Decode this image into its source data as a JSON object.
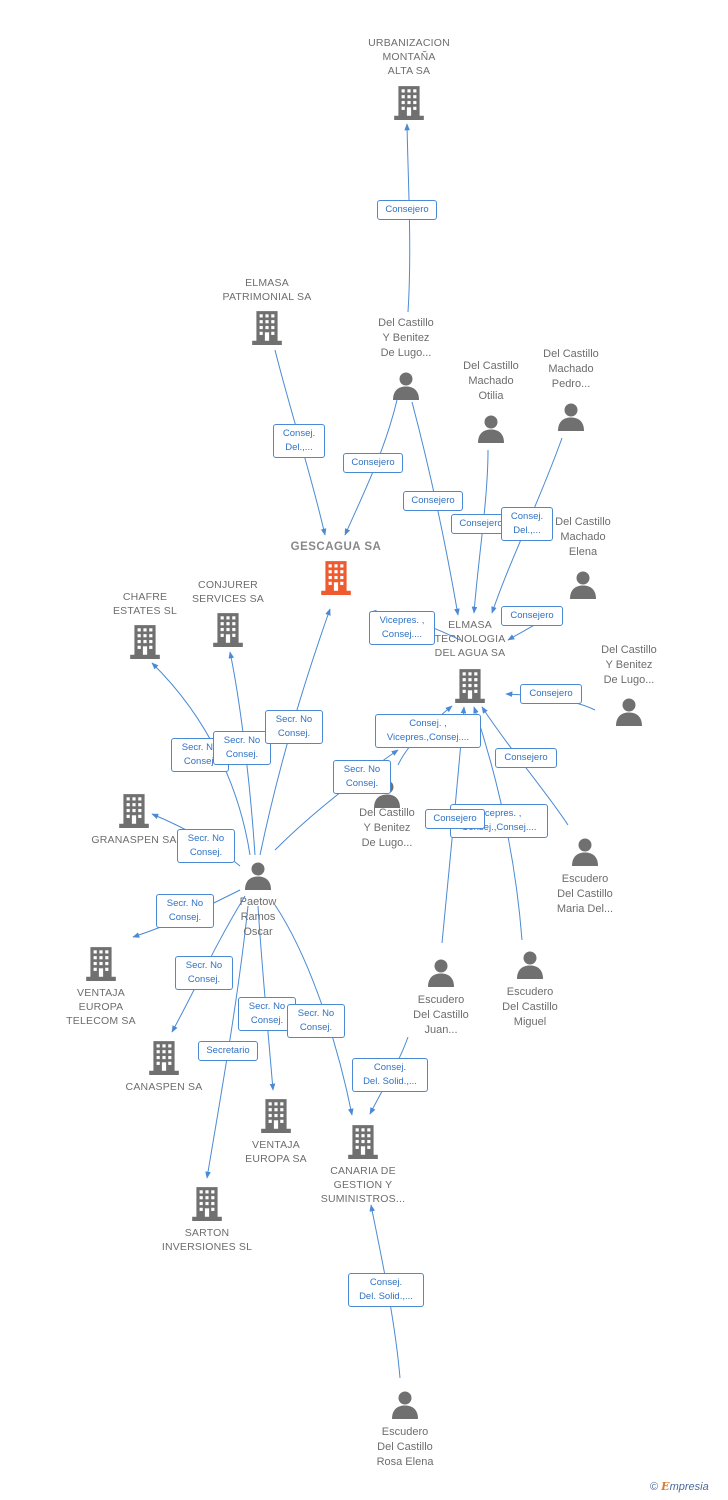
{
  "colors": {
    "edge": "#4a8ad4",
    "node": "#707070",
    "main_node": "#ef5b2f",
    "label": "#6d6d6d"
  },
  "nodes": [
    {
      "id": "urbanizacion",
      "type": "company",
      "label": "URBANIZACION\nMONTAÑA\nALTA SA"
    },
    {
      "id": "elmasa_patrimonial",
      "type": "company",
      "label": "ELMASA\nPATRIMONIAL SA"
    },
    {
      "id": "gescagua",
      "type": "company",
      "main": true,
      "label": "GESCAGUA SA"
    },
    {
      "id": "chafre",
      "type": "company",
      "label": "CHAFRE\nESTATES SL"
    },
    {
      "id": "conjurer",
      "type": "company",
      "label": "CONJURER\nSERVICES SA"
    },
    {
      "id": "granaspen",
      "type": "company",
      "label": "GRANASPEN SA"
    },
    {
      "id": "elmasa_tecnologia",
      "type": "company",
      "label": "ELMASA\nTECNOLOGIA\nDEL AGUA SA"
    },
    {
      "id": "ventaja_telecom",
      "type": "company",
      "label": "VENTAJA\nEUROPA\nTELECOM SA"
    },
    {
      "id": "canaspen",
      "type": "company",
      "label": "CANASPEN SA"
    },
    {
      "id": "ventaja_europa",
      "type": "company",
      "label": "VENTAJA\nEUROPA SA"
    },
    {
      "id": "canaria",
      "type": "company",
      "label": "CANARIA DE\nGESTION Y\nSUMINISTROS..."
    },
    {
      "id": "sarton",
      "type": "company",
      "label": "SARTON\nINVERSIONES SL"
    },
    {
      "id": "dc_benitez1",
      "type": "person",
      "label": "Del Castillo\nY Benitez\nDe Lugo..."
    },
    {
      "id": "dc_otilia",
      "type": "person",
      "label": "Del Castillo\nMachado\nOtilia"
    },
    {
      "id": "dc_pedro",
      "type": "person",
      "label": "Del Castillo\nMachado\nPedro..."
    },
    {
      "id": "dc_elena",
      "type": "person",
      "label": "Del Castillo\nMachado\nElena"
    },
    {
      "id": "dc_benitez2",
      "type": "person",
      "label": "Del Castillo\nY Benitez\nDe Lugo..."
    },
    {
      "id": "dc_benitez3",
      "type": "person",
      "label": "Del Castillo\nY Benitez\nDe Lugo..."
    },
    {
      "id": "escudero_maria",
      "type": "person",
      "label": "Escudero\nDel Castillo\nMaria Del..."
    },
    {
      "id": "escudero_miguel",
      "type": "person",
      "label": "Escudero\nDel Castillo\nMiguel"
    },
    {
      "id": "escudero_juan",
      "type": "person",
      "label": "Escudero\nDel Castillo\nJuan..."
    },
    {
      "id": "paetow",
      "type": "person",
      "label": "Paetow\nRamos\nOscar"
    },
    {
      "id": "escudero_rosa",
      "type": "person",
      "label": "Escudero\nDel Castillo\nRosa Elena"
    }
  ],
  "edges": [
    {
      "id": "e1",
      "label": "Consejero"
    },
    {
      "id": "e2",
      "label": "Consej.\nDel.,..."
    },
    {
      "id": "e3",
      "label": "Consejero"
    },
    {
      "id": "e4",
      "label": "Consejero"
    },
    {
      "id": "e5",
      "label": "Consejero"
    },
    {
      "id": "e6",
      "label": "Consej.\nDel.,..."
    },
    {
      "id": "e7",
      "label": "Consejero"
    },
    {
      "id": "e8",
      "label": "Consejero"
    },
    {
      "id": "e9",
      "label": "Vicepres. ,\nConsej...."
    },
    {
      "id": "e10",
      "label": "Consej. ,\nVicepres.,Consej...."
    },
    {
      "id": "e11",
      "label": "Consejero"
    },
    {
      "id": "e12",
      "label": "Vicepres. ,\nConsej.,Consej...."
    },
    {
      "id": "e13",
      "label": "Consejero"
    },
    {
      "id": "e14",
      "label": "Secr. No\nConsej."
    },
    {
      "id": "e15",
      "label": "Secr. No\nConsej."
    },
    {
      "id": "e16",
      "label": "Secr. No\nConsej."
    },
    {
      "id": "e17",
      "label": "Secr. No\nConsej."
    },
    {
      "id": "e18",
      "label": "Secr. No\nConsej."
    },
    {
      "id": "e19",
      "label": "Secr. No\nConsej."
    },
    {
      "id": "e20",
      "label": "Secr. No\nConsej."
    },
    {
      "id": "e21",
      "label": "Secr. No\nConsej."
    },
    {
      "id": "e22",
      "label": "Secr. No\nConsej."
    },
    {
      "id": "e23",
      "label": "Secretario"
    },
    {
      "id": "e24",
      "label": "Consej.\nDel. Solid.,..."
    },
    {
      "id": "e25",
      "label": "Consej.\nDel. Solid.,..."
    }
  ],
  "footer": {
    "copyright": "©",
    "brand_first": "E",
    "brand_rest": "mpresia"
  }
}
